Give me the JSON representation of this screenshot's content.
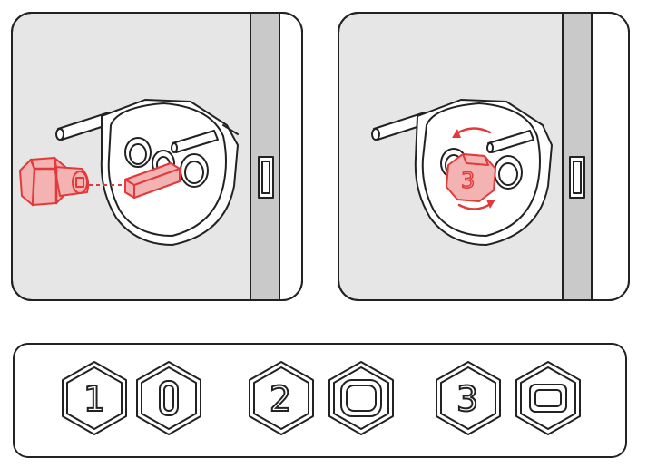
{
  "panels": [
    {
      "step": "insert-adapter"
    },
    {
      "step": "rotate-adapter",
      "badge": "3"
    }
  ],
  "legend": {
    "items": [
      {
        "number": "1",
        "socket": "slot"
      },
      {
        "number": "2",
        "socket": "rounded-square"
      },
      {
        "number": "3",
        "socket": "rectangle"
      }
    ]
  },
  "colors": {
    "accent": "#e23a3a",
    "accent_fill": "#f3b3b3",
    "panel": "#e6e6e6",
    "door_edge": "#c9c9c9"
  }
}
